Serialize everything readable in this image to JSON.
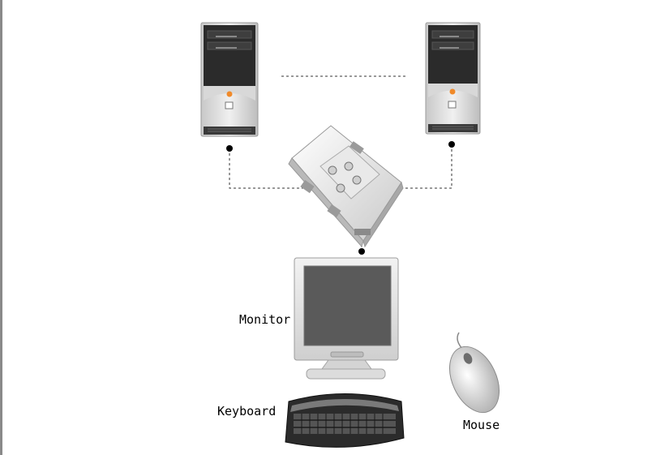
{
  "labels": {
    "monitor": "Monitor",
    "keyboard": "Keyboard",
    "mouse": "Mouse"
  },
  "devices": {
    "pc_left": "desktop-tower",
    "pc_right": "desktop-tower",
    "switch": "kvm-switch",
    "monitor": "crt-monitor",
    "keyboard": "keyboard",
    "mouse": "mouse"
  },
  "colors": {
    "line": "#333333",
    "node": "#000000",
    "tower_face": "#e4e4e4",
    "tower_dark": "#2a2a2a",
    "screen": "#5a5a5a",
    "led": "#f08a2a"
  }
}
